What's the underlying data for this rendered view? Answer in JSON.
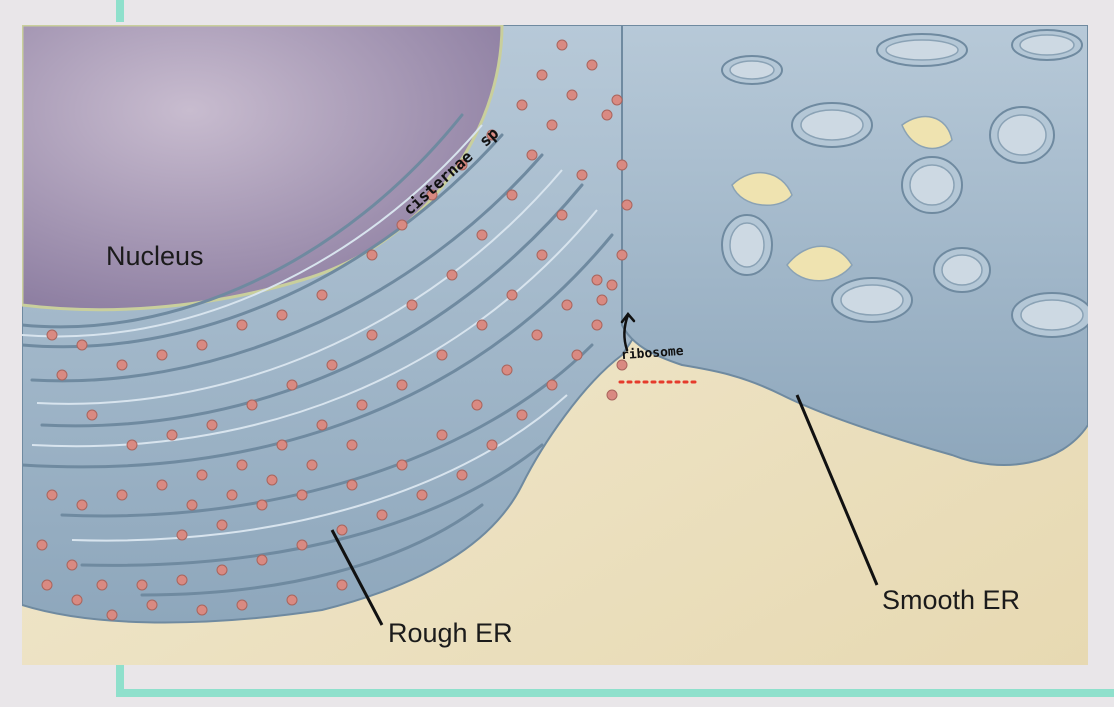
{
  "labels": {
    "nucleus": "Nucleus",
    "rough_er": "Rough ER",
    "smooth_er": "Smooth ER"
  },
  "annotations": {
    "cisternae": "cisternae",
    "cisternae_suffix": "sp",
    "ribosome": "ribosome"
  },
  "colors": {
    "background": "#e9e6e9",
    "frame_accent": "#8fe0cc",
    "cytoplasm": "#efe6c6",
    "nucleus": "#a596b2",
    "er_membrane": "#a9bfd1",
    "er_edge": "#6f8aa0",
    "ribosome": "#d98a82",
    "annotation_dots": "#e53b2c"
  }
}
